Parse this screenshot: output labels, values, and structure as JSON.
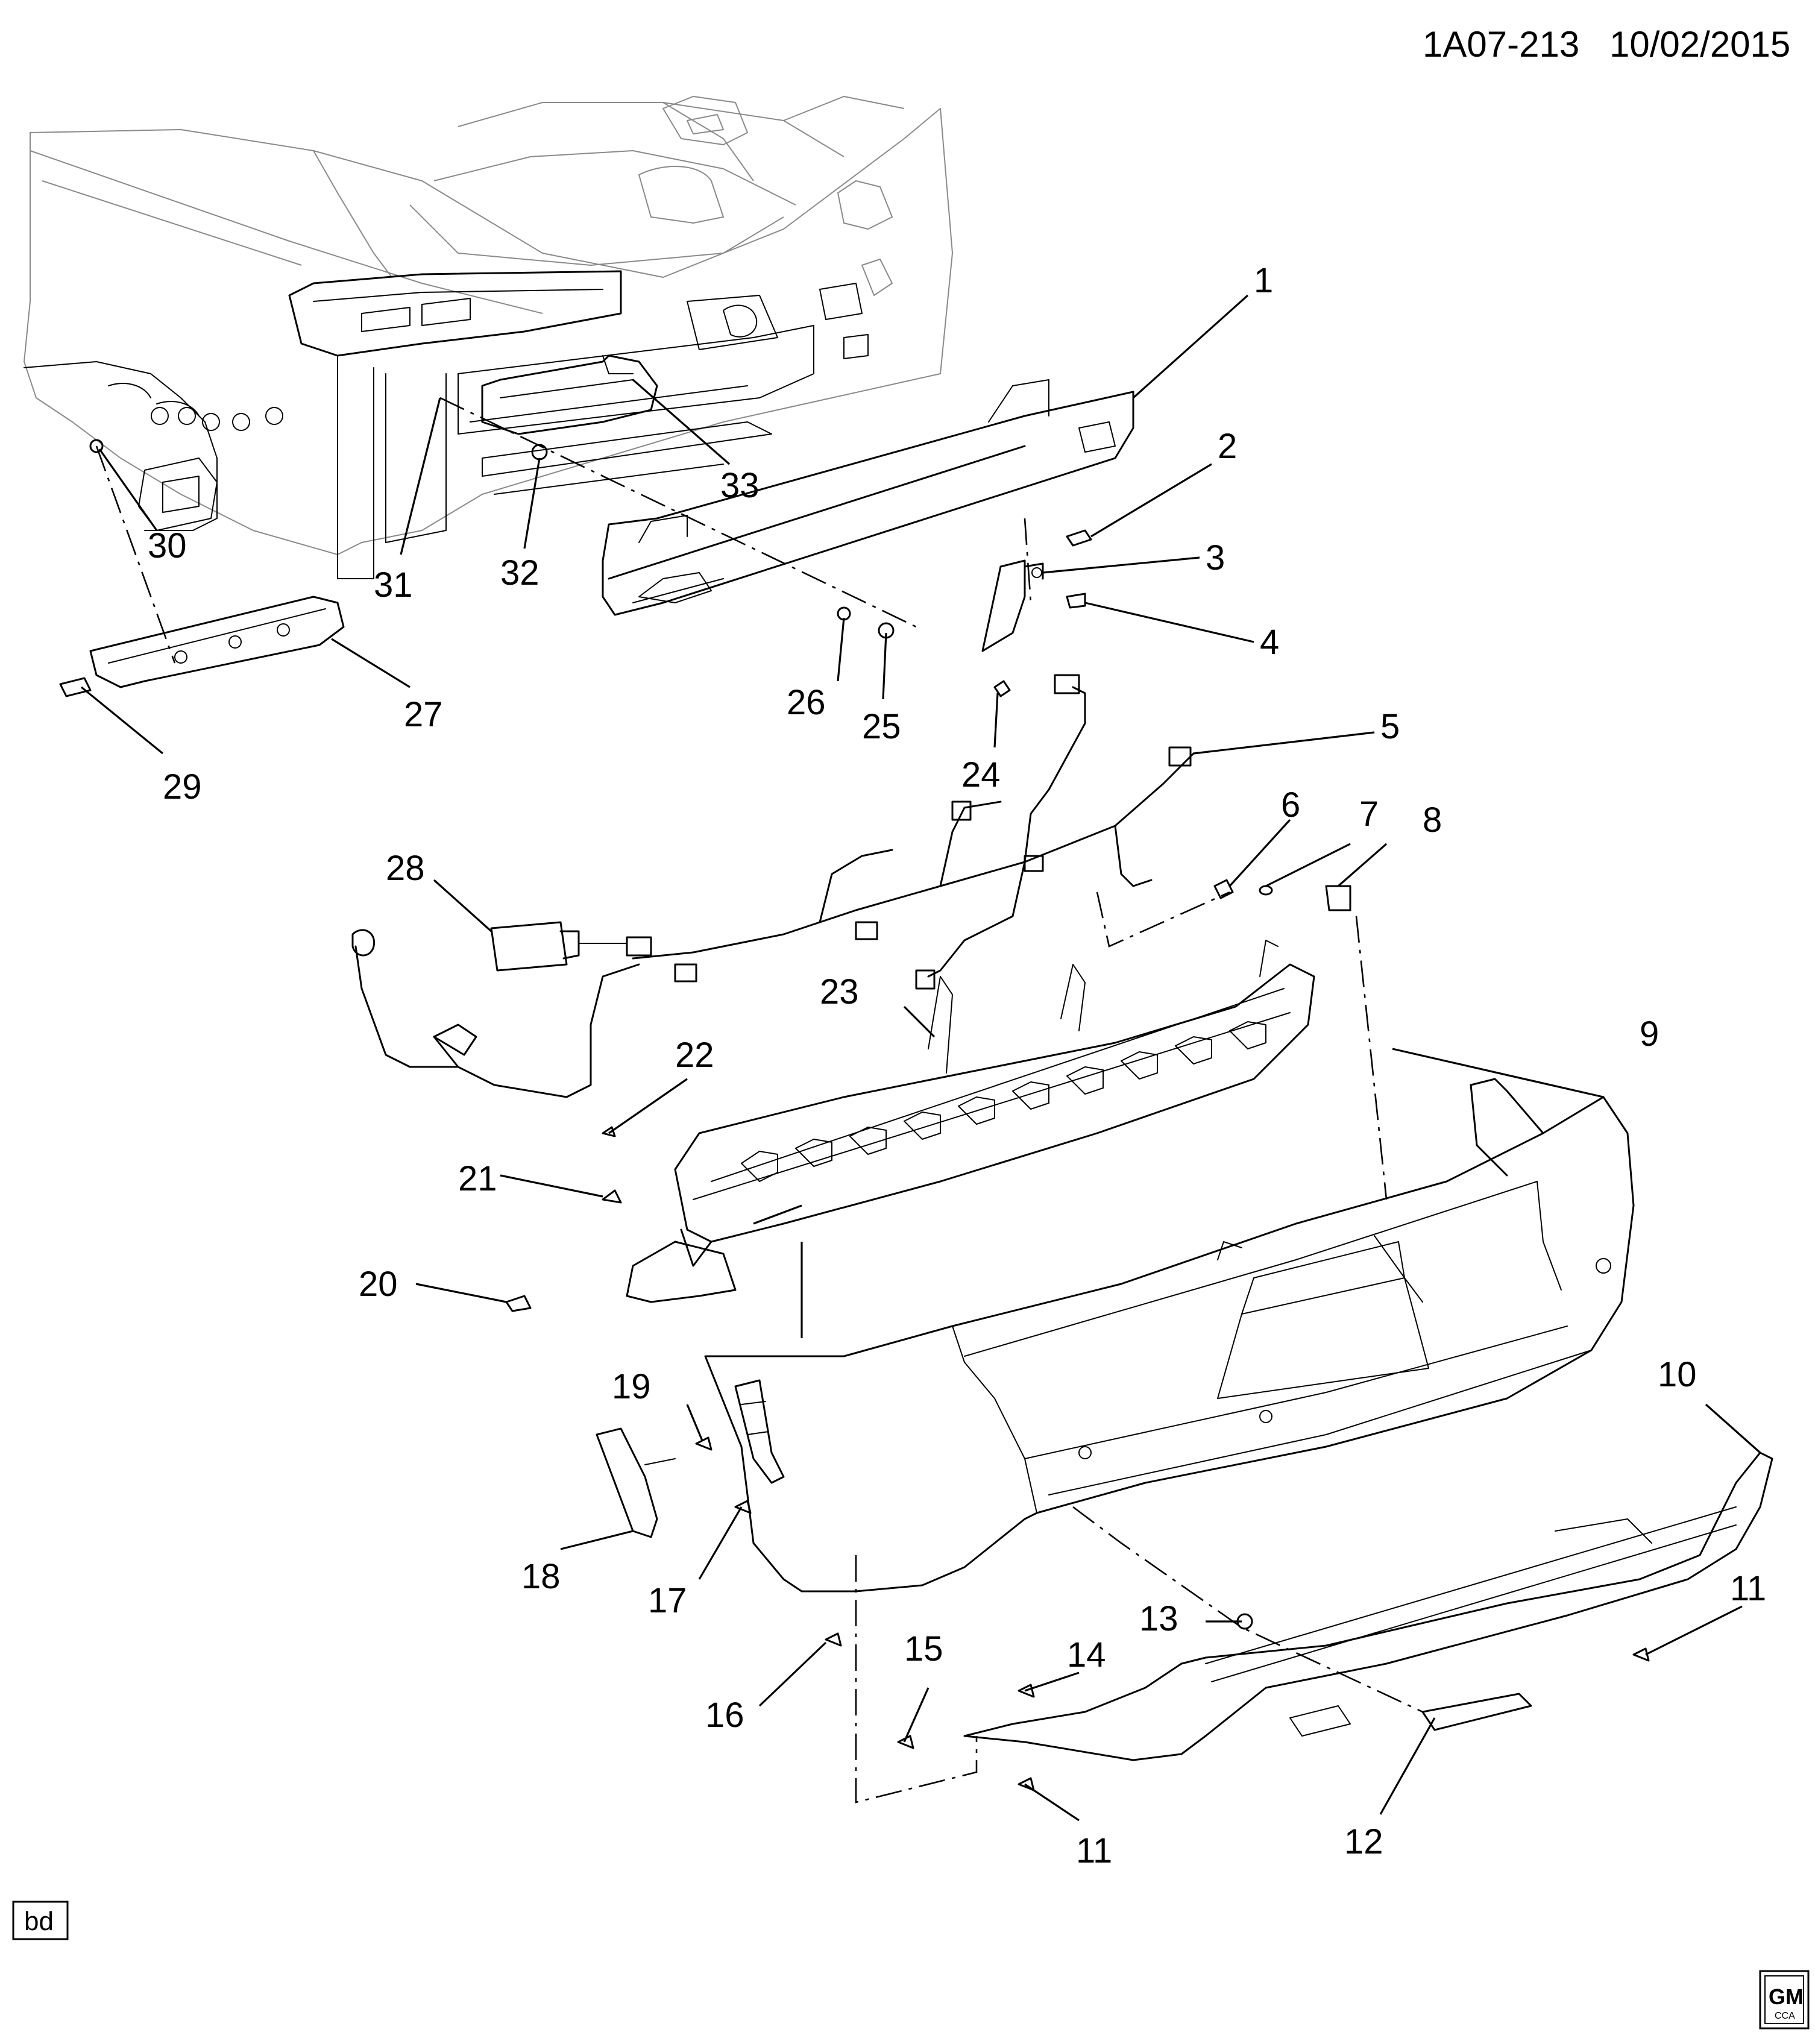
{
  "header": {
    "figure_id": "1A07-213",
    "date": "10/02/2015"
  },
  "callouts": {
    "c1": "1",
    "c2": "2",
    "c3": "3",
    "c4": "4",
    "c5": "5",
    "c6": "6",
    "c7": "7",
    "c8": "8",
    "c9": "9",
    "c10": "10",
    "c11a": "11",
    "c11b": "11",
    "c12": "12",
    "c13": "13",
    "c14": "14",
    "c15": "15",
    "c16": "16",
    "c17": "17",
    "c18": "18",
    "c19": "19",
    "c20": "20",
    "c21": "21",
    "c22": "22",
    "c23": "23",
    "c24": "24",
    "c25": "25",
    "c26": "26",
    "c27": "27",
    "c28": "28",
    "c29": "29",
    "c30": "30",
    "c31": "31",
    "c32": "32",
    "c33": "33"
  },
  "footer": {
    "code_box": "bd",
    "logo_text": "GM",
    "logo_sub": "CCA"
  },
  "icons": {
    "logo": "gm-logo-icon"
  }
}
